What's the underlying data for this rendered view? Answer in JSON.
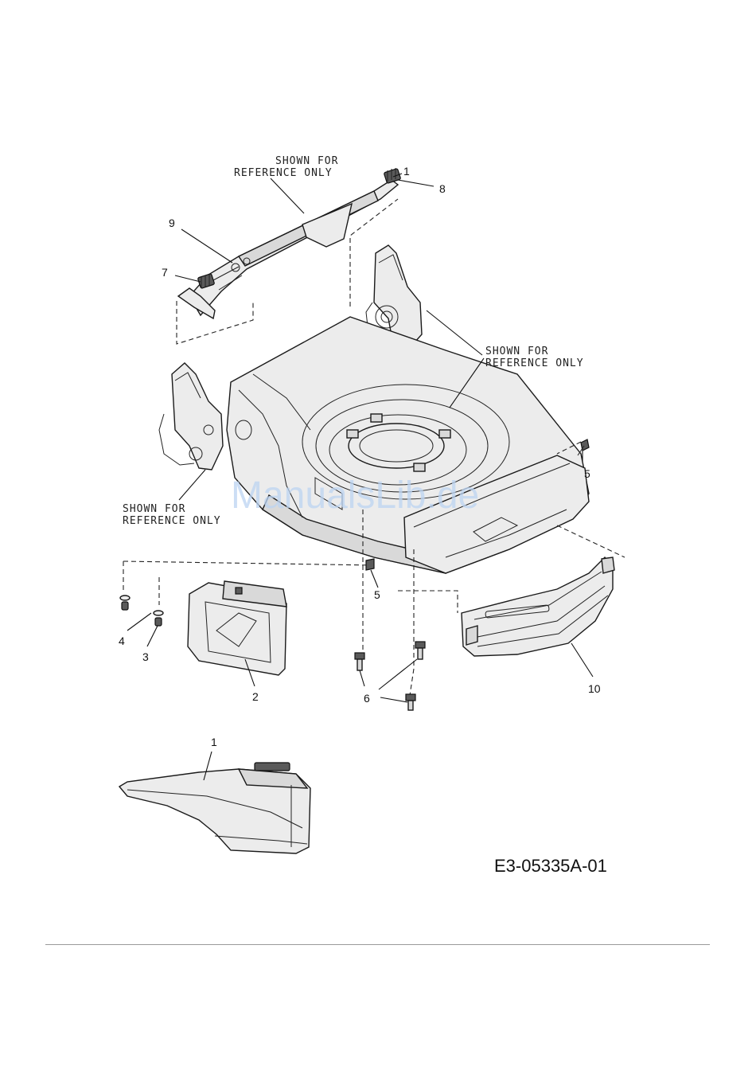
{
  "diagram": {
    "reference_notes": {
      "handle": "SHOWN FOR\nREFERENCE ONLY",
      "right_bracket": "SHOWN FOR\nREFERENCE ONLY",
      "left_bracket": "SHOWN FOR\nREFERENCE ONLY"
    },
    "reference_lines": {
      "handle": [
        "SHOWN FOR",
        "REFERENCE ONLY"
      ],
      "right_bracket": [
        "SHOWN FOR",
        "REFERENCE ONLY"
      ],
      "left_bracket": [
        "SHOWN FOR",
        "REFERENCE ONLY"
      ]
    },
    "callouts": {
      "c1_top": "1",
      "c8": "8",
      "c9": "9",
      "c7": "7",
      "c5_right": "5",
      "c5_mid": "5",
      "c4": "4",
      "c3": "3",
      "c2": "2",
      "c6": "6",
      "c10": "10",
      "c1_bottom": "1"
    },
    "part_number": "E3-05335A-01",
    "watermark": "ManualsLib.de"
  }
}
